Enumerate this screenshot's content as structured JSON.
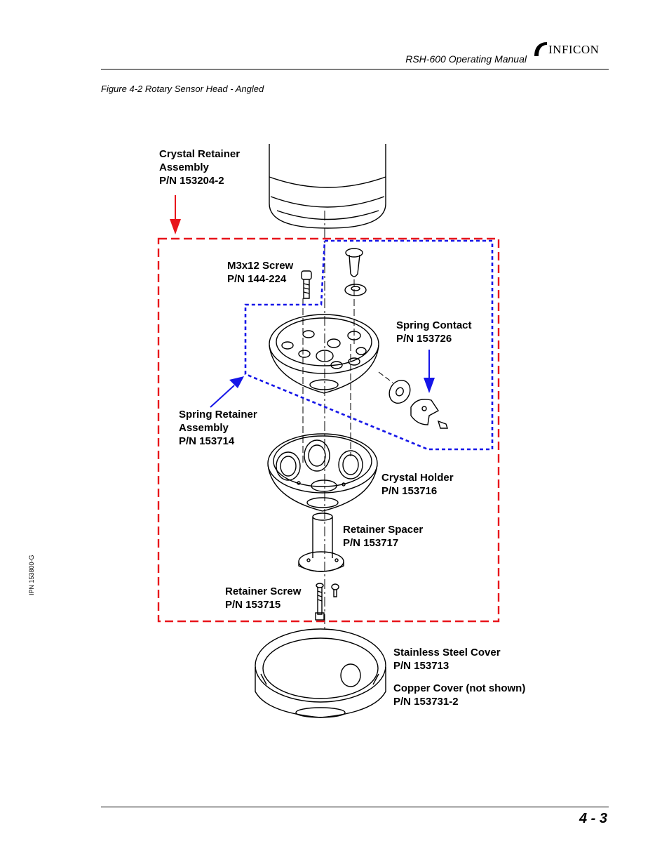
{
  "header": {
    "title": "RSH-600 Operating Manual",
    "logo_text": "INFICON"
  },
  "figure": {
    "caption": "Figure 4-2  Rotary Sensor Head - Angled"
  },
  "labels": {
    "crystal_retainer": [
      "Crystal Retainer",
      "Assembly",
      "P/N 153204-2"
    ],
    "m3x12_screw": [
      "M3x12 Screw",
      "P/N 144-224"
    ],
    "spring_contact": [
      "Spring Contact",
      "P/N 153726"
    ],
    "spring_retainer": [
      "Spring Retainer",
      "Assembly",
      "P/N 153714"
    ],
    "crystal_holder": [
      "Crystal Holder",
      "P/N 153716"
    ],
    "retainer_spacer": [
      "Retainer Spacer",
      "P/N 153717"
    ],
    "retainer_screw": [
      "Retainer Screw",
      "P/N 153715"
    ],
    "stainless_cover": [
      "Stainless Steel Cover",
      "P/N 153713"
    ],
    "copper_cover": [
      "Copper Cover (not shown)",
      "P/N 153731-2"
    ]
  },
  "colors": {
    "red_arrow": "#e8141b",
    "blue_arrow": "#1515e8",
    "red_box": "#e8141b",
    "blue_box": "#1515e8"
  },
  "footer": {
    "page_number": "4 - 3",
    "side_text": "IPN 153800-G"
  }
}
